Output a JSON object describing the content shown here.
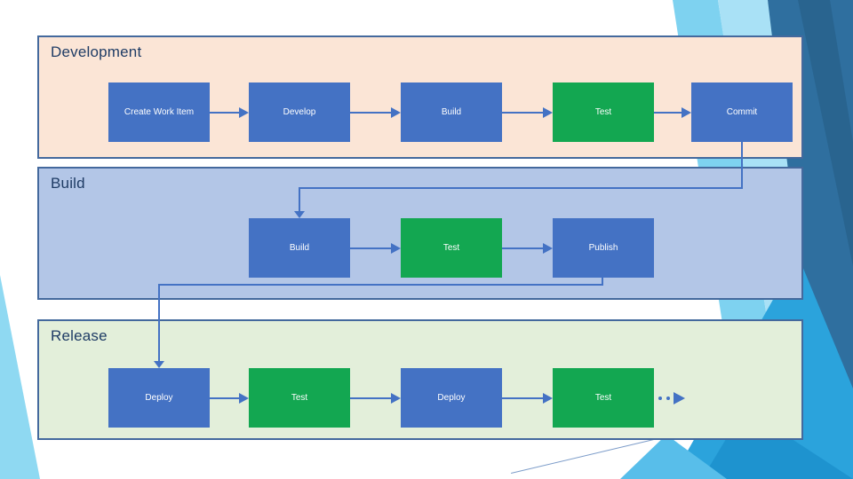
{
  "lanes": [
    {
      "title": "Development",
      "steps": [
        {
          "label": "Create Work Item",
          "variant": "blue"
        },
        {
          "label": "Develop",
          "variant": "blue"
        },
        {
          "label": "Build",
          "variant": "blue"
        },
        {
          "label": "Test",
          "variant": "green"
        },
        {
          "label": "Commit",
          "variant": "blue"
        }
      ]
    },
    {
      "title": "Build",
      "steps": [
        {
          "label": "Build",
          "variant": "blue"
        },
        {
          "label": "Test",
          "variant": "green"
        },
        {
          "label": "Publish",
          "variant": "blue"
        }
      ]
    },
    {
      "title": "Release",
      "steps": [
        {
          "label": "Deploy",
          "variant": "blue"
        },
        {
          "label": "Test",
          "variant": "green"
        },
        {
          "label": "Deploy",
          "variant": "blue"
        },
        {
          "label": "Test",
          "variant": "green"
        }
      ],
      "continuation_icon": "dotted-arrow-icon"
    }
  ],
  "connectors": [
    {
      "from": "Commit",
      "to": "Build"
    },
    {
      "from": "Publish",
      "to": "Deploy"
    }
  ],
  "colors": {
    "step_blue": "#4472C4",
    "step_green": "#13A751",
    "step_text": "#FFFFFF",
    "lane_development_bg": "#FBE5D6",
    "lane_build_bg": "#B3C6E7",
    "lane_release_bg": "#E3EFDA",
    "lane_border": "#44699D",
    "lane_title_text": "#1F3C65",
    "connector": "#4472C4",
    "background": "#FFFFFF",
    "decor_cyan": "#7ED2F0",
    "decor_steel_blue": "#2F6F9F",
    "decor_bright_blue": "#2BA3DC"
  }
}
